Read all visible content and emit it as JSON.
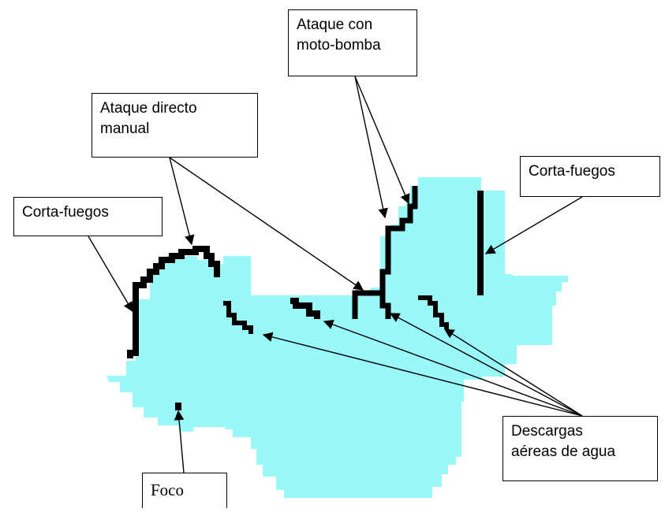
{
  "colors": {
    "burned_area": "#99f9f9",
    "line_work": "#000000",
    "background": "#ffffff"
  },
  "labels": {
    "ataque_moto": {
      "line1": "Ataque con",
      "line2": "moto-bomba"
    },
    "ataque_manual": {
      "line1": "Ataque directo",
      "line2": "manual"
    },
    "corta_fuegos_right": "Corta-fuegos",
    "corta_fuegos_left": "Corta-fuegos",
    "descargas": {
      "line1": "Descargas",
      "line2": "aéreas de agua"
    },
    "foco": "Foco"
  }
}
